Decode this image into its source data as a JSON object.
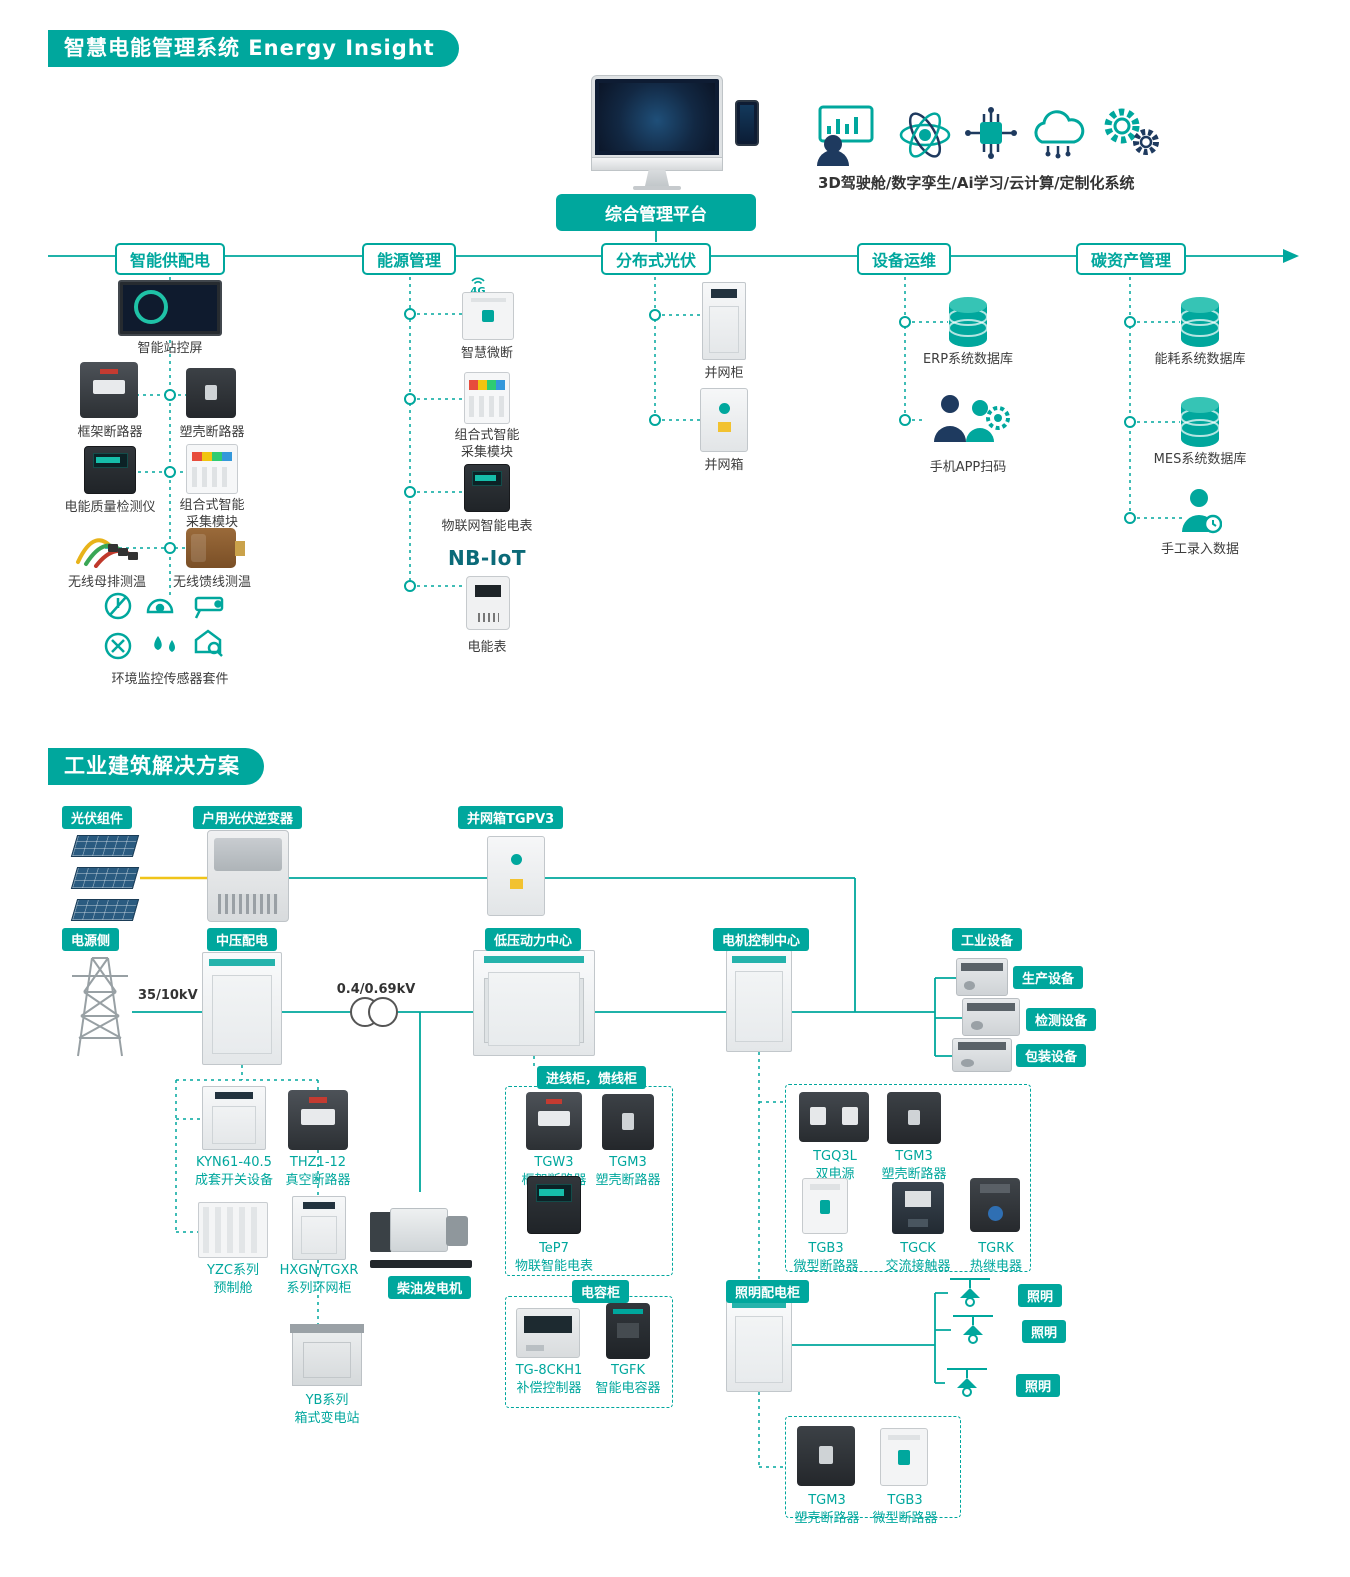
{
  "colors": {
    "accent": "#00A79D",
    "navy": "#1E3A5F",
    "yellow": "#F0C419"
  },
  "energy_system": {
    "title": "智慧电能管理系统 Energy Insight",
    "platform_label": "综合管理平台",
    "capabilities_caption": "3D驾驶舱/数字孪生/Ai学习/云计算/定制化系统",
    "badge_4g": "4G",
    "nbiot_logo": "NB-IoT",
    "branches": [
      {
        "label": "智能供配电",
        "items": [
          {
            "label": "智能站控屏"
          },
          {
            "label": "框架断路器"
          },
          {
            "label": "塑壳断路器"
          },
          {
            "label": "电能质量检测仪"
          },
          {
            "label": "组合式智能\n采集模块"
          },
          {
            "label": "无线母排测温"
          },
          {
            "label": "无线馈线测温"
          },
          {
            "label": "环境监控传感器套件"
          }
        ]
      },
      {
        "label": "能源管理",
        "items": [
          {
            "label": "智慧微断"
          },
          {
            "label": "组合式智能\n采集模块"
          },
          {
            "label": "物联网智能电表"
          },
          {
            "label": "电能表"
          }
        ]
      },
      {
        "label": "分布式光伏",
        "items": [
          {
            "label": "并网柜"
          },
          {
            "label": "并网箱"
          }
        ]
      },
      {
        "label": "设备运维",
        "items": [
          {
            "label": "ERP系统数据库"
          },
          {
            "label": "手机APP扫码"
          }
        ]
      },
      {
        "label": "碳资产管理",
        "items": [
          {
            "label": "能耗系统数据库"
          },
          {
            "label": "MES系统数据库"
          },
          {
            "label": "手工录入数据"
          }
        ]
      }
    ]
  },
  "industrial_solution": {
    "title": "工业建筑解决方案",
    "tags": {
      "pv_modules": "光伏组件",
      "inverter": "户用光伏逆变器",
      "grid_box": "并网箱TGPV3",
      "power_side": "电源侧",
      "mv_distribution": "中压配电",
      "lv_power_center": "低压动力中心",
      "motor_control_center": "电机控制中心",
      "industrial_equipment": "工业设备",
      "incoming_feeder_cabinet": "进线柜，馈线柜",
      "diesel_generator": "柴油发电机",
      "capacitor_cabinet": "电容柜",
      "lighting_cabinet": "照明配电柜",
      "production_equipment": "生产设备",
      "testing_equipment": "检测设备",
      "packaging_equipment": "包装设备"
    },
    "lighting_loads": [
      "照明",
      "照明",
      "照明"
    ],
    "voltages": {
      "hv": "35/10kV",
      "lv": "0.4/0.69kV"
    },
    "products": {
      "kyn": "KYN61-40.5\n成套开关设备",
      "thz": "THZ1-12\n真空断路器",
      "yzc": "YZC系列\n预制舱",
      "hxgn": "HXGN/TGXR\n系列环网柜",
      "yb": "YB系列\n箱式变电站",
      "tgw3": "TGW3\n框架断路器",
      "tgm3_feeder": "TGM3\n塑壳断路器",
      "tep7": "TeP7\n物联智能电表",
      "tg8ckh1": "TG-8CKH1\n补偿控制器",
      "tgfk": "TGFK\n智能电容器",
      "tgq3l": "TGQ3L\n双电源",
      "tgm3_motor": "TGM3\n塑壳断路器",
      "tgb3_motor": "TGB3\n微型断路器",
      "tgck": "TGCK\n交流接触器",
      "tgrk": "TGRK\n热继电器",
      "tgm3_lighting": "TGM3\n塑壳断路器",
      "tgb3_lighting": "TGB3\n微型断路器"
    }
  }
}
